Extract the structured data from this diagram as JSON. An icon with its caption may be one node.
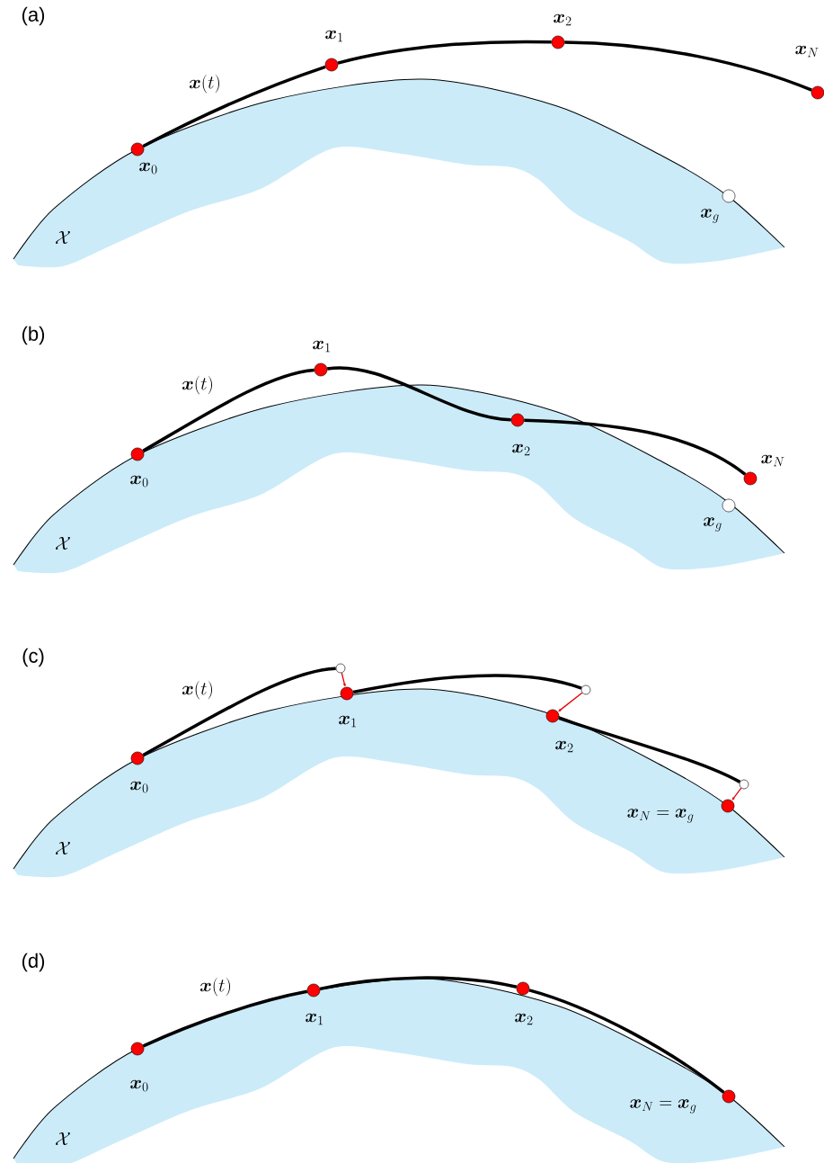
{
  "diagram": {
    "nodes": [
      {
        "text": [],
        "shape": "circle",
        "beside": [
          "\\boldsymbol{x}_0"
        ]
      },
      {
        "text": [],
        "shape": "circle",
        "beside": [
          "\\boldsymbol{x}_1"
        ]
      },
      {
        "text": [],
        "shape": "circle",
        "beside": [
          "\\boldsymbol{x}_2"
        ]
      },
      {
        "text": [],
        "shape": "circle",
        "beside": [
          "\\boldsymbol{x}_N"
        ]
      },
      {
        "text": [],
        "shape": "circle",
        "beside": [
          "\\boldsymbol{x}_g"
        ]
      },
      {
        "text": [],
        "shape": "circle",
        "beside": [
          "\\boldsymbol{x}_0"
        ]
      },
      {
        "text": [],
        "shape": "circle",
        "beside": [
          "\\boldsymbol{x}_1"
        ]
      },
      {
        "text": [],
        "shape": "circle",
        "beside": [
          "\\boldsymbol{x}_2"
        ]
      },
      {
        "text": [],
        "shape": "circle",
        "beside": [
          "\\boldsymbol{x}_N"
        ]
      },
      {
        "text": [],
        "shape": "circle",
        "beside": [
          "\\boldsymbol{x}_g"
        ]
      },
      {
        "text": [],
        "shape": "circle",
        "beside": [
          "\\boldsymbol{x}_0"
        ]
      },
      {
        "text": [],
        "shape": "circle"
      },
      {
        "text": [],
        "shape": "circle",
        "beside": [
          "\\boldsymbol{x}_1"
        ]
      },
      {
        "text": [],
        "shape": "circle"
      },
      {
        "text": [],
        "shape": "circle",
        "beside": [
          "\\boldsymbol{x}_2"
        ]
      },
      {
        "text": [],
        "shape": "circle"
      },
      {
        "text": [],
        "shape": "circle",
        "beside": [
          "\\boldsymbol{x}_N = \\boldsymbol{x}_g"
        ]
      },
      {
        "text": [],
        "shape": "circle",
        "beside": [
          "\\boldsymbol{x}_0"
        ]
      },
      {
        "text": [],
        "shape": "circle",
        "beside": [
          "\\boldsymbol{x}_1"
        ]
      },
      {
        "text": [],
        "shape": "circle",
        "beside": [
          "\\boldsymbol{x}_2"
        ]
      },
      {
        "text": [],
        "shape": "circle",
        "beside": [
          "\\boldsymbol{x}_N = \\boldsymbol{x}_g"
        ]
      }
    ],
    "edges": [
      {
        "from": 0,
        "to": 1,
        "arrow": "none"
      },
      {
        "from": 1,
        "to": 2,
        "arrow": "none"
      },
      {
        "from": 2,
        "to": 3,
        "arrow": "none"
      },
      {
        "from": 5,
        "to": 6,
        "arrow": "none"
      },
      {
        "from": 6,
        "to": 7,
        "arrow": "none"
      },
      {
        "from": 7,
        "to": 8,
        "arrow": "none"
      },
      {
        "from": 10,
        "to": 11,
        "arrow": "none"
      },
      {
        "from": 11,
        "to": 12,
        "arrow": "to",
        "color": "#e60000"
      },
      {
        "from": 12,
        "to": 13,
        "arrow": "none"
      },
      {
        "from": 13,
        "to": 14,
        "arrow": "to",
        "color": "#e60000"
      },
      {
        "from": 14,
        "to": 15,
        "arrow": "none"
      },
      {
        "from": 15,
        "to": 16,
        "arrow": "to",
        "color": "#e60000"
      },
      {
        "from": 17,
        "to": 18,
        "arrow": "none"
      },
      {
        "from": 18,
        "to": 19,
        "arrow": "none"
      },
      {
        "from": 19,
        "to": 20,
        "arrow": "none"
      }
    ],
    "labels": [
      "(a)",
      "\\boldsymbol{x}(t)",
      "\\mathcal{X}",
      "(b)",
      "\\boldsymbol{x}(t)",
      "\\mathcal{X}",
      "(c)",
      "\\boldsymbol{x}(t)",
      "\\mathcal{X}",
      "(d)",
      "\\boldsymbol{x}(t)",
      "\\mathcal{X}"
    ]
  }
}
